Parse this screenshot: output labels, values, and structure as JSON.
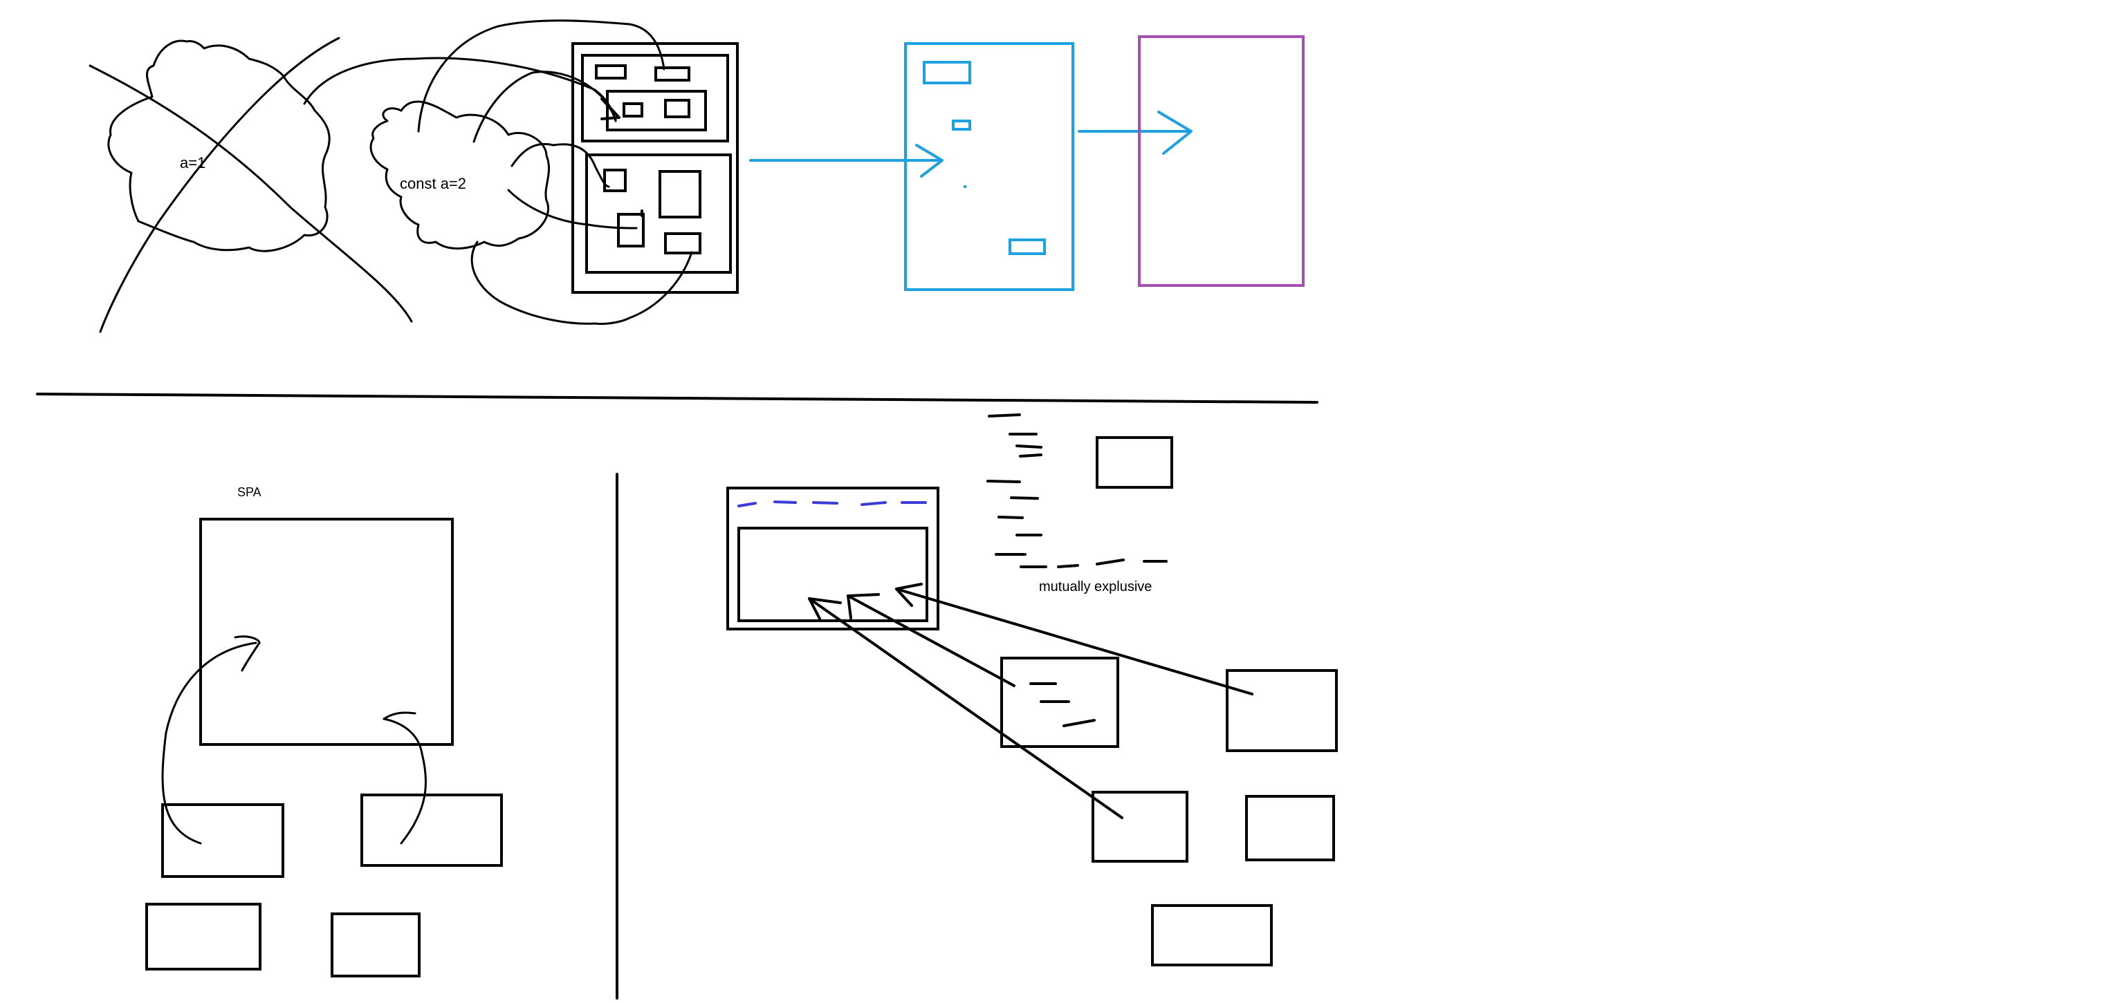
{
  "labels": {
    "scope_outer": "a=1",
    "scope_inner": "const a=2",
    "spa": "SPA",
    "mutually": "mutually explusive"
  },
  "colors": {
    "ink": "#000000",
    "blue": "#1ea1e0",
    "purple": "#a54fb5",
    "dash_blue": "#3b3bd6"
  }
}
